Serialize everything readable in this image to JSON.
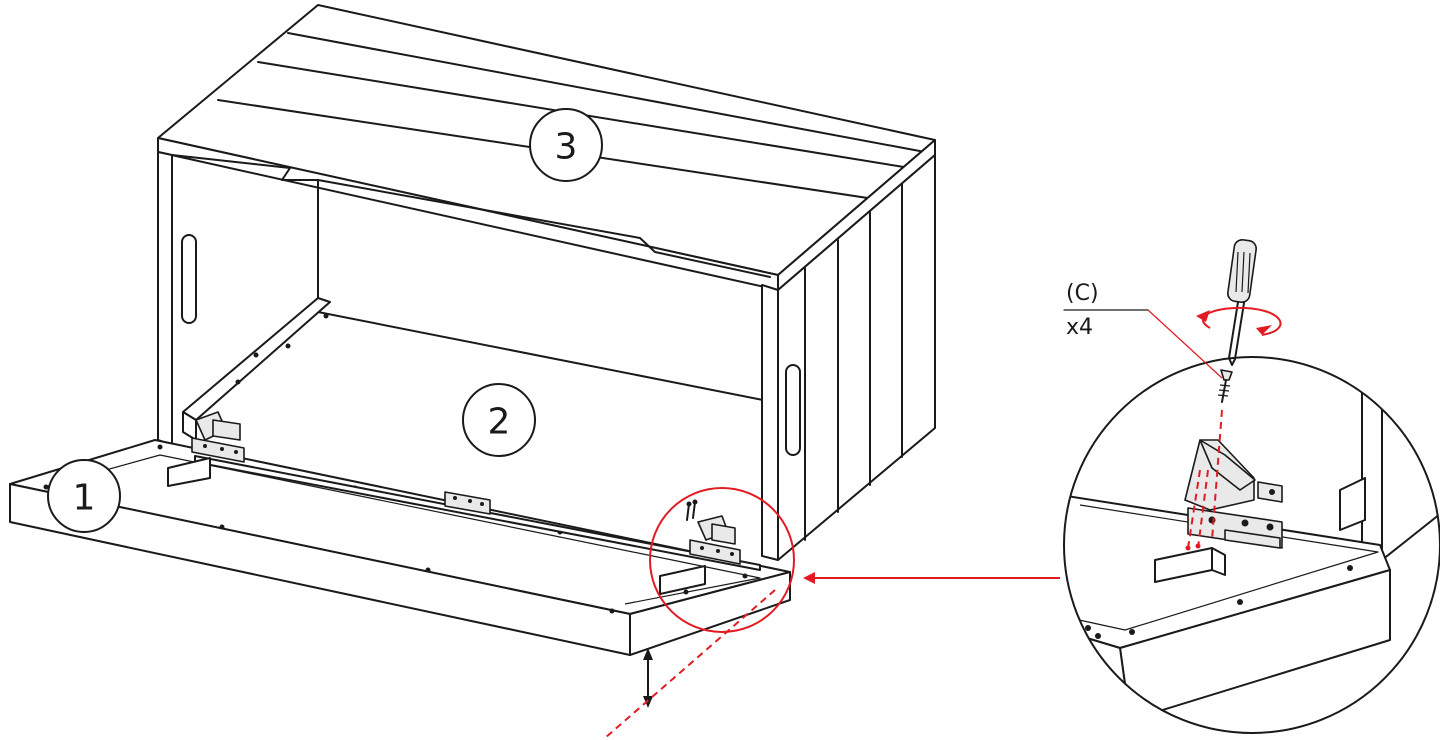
{
  "parts": [
    {
      "label": "1"
    },
    {
      "label": "2"
    },
    {
      "label": "3"
    }
  ],
  "callout": {
    "part": "(C)",
    "quantity": "x4"
  },
  "colors": {
    "line": "#1a1a1a",
    "accent": "#e21b23",
    "background": "#ffffff"
  },
  "icons": [
    "screwdriver-icon",
    "rotation-arrow-icon",
    "screw-icon",
    "hinge-icon",
    "magnifier-circle-icon",
    "up-down-arrow-icon"
  ]
}
